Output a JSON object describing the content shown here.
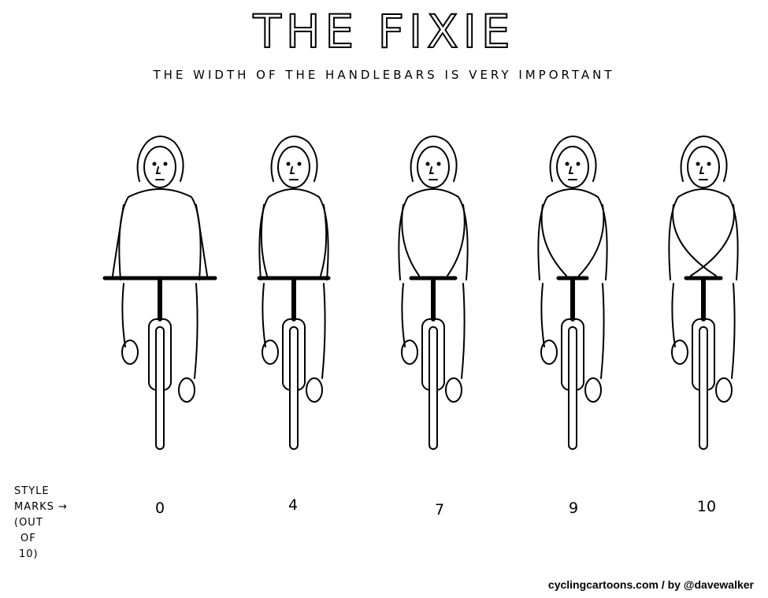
{
  "title": "THE FIXIE",
  "subtitle": "THE WIDTH OF THE HANDLEBARS IS VERY IMPORTANT",
  "legend": {
    "line1": "STYLE",
    "line2": "MARKS →",
    "line3": "(OUT",
    "line4": "OF",
    "line5": "10)"
  },
  "style_marks": [
    "0",
    "4",
    "7",
    "9",
    "10"
  ],
  "credit": "cyclingcartoons.com / by @davewalker",
  "colors": {
    "ink": "#000000",
    "paper": "#ffffff"
  }
}
